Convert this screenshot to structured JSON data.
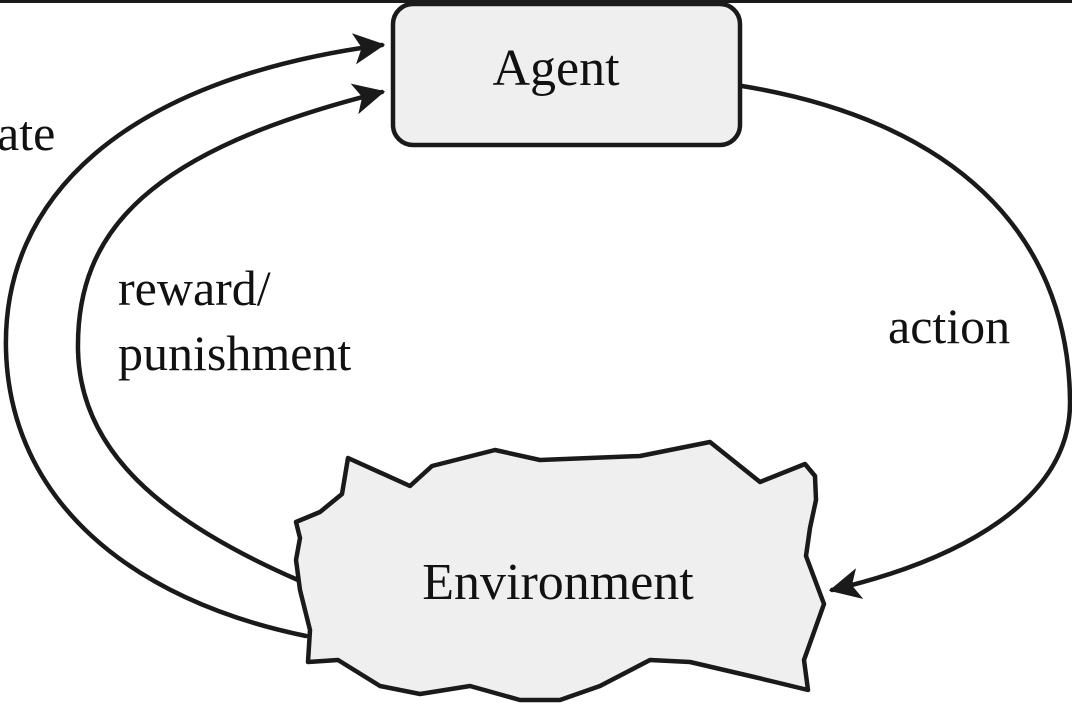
{
  "diagram": {
    "colors": {
      "node_fill": "#efefef",
      "stroke": "#1a1a1a",
      "text": "#111111",
      "background": "#ffffff"
    },
    "nodes": {
      "agent": {
        "label": "Agent"
      },
      "environment": {
        "label": "Environment"
      }
    },
    "edges": {
      "state": {
        "label": "ate",
        "from": "Environment",
        "to": "Agent"
      },
      "reward": {
        "label_line1": "reward/",
        "label_line2": "punishment",
        "from": "Environment",
        "to": "Agent"
      },
      "action": {
        "label": "action",
        "from": "Agent",
        "to": "Environment"
      }
    }
  }
}
